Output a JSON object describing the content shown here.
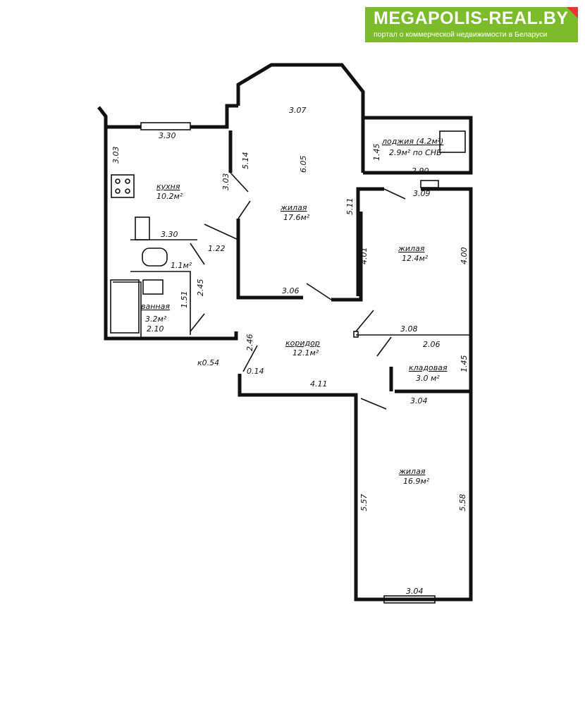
{
  "logo": {
    "title": "MEGAPOLIS-REAL.BY",
    "subtitle": "портал о коммерческой недвижимости в Беларуси",
    "color": "#7cbc2a"
  },
  "rooms": {
    "kitchen": {
      "name": "кухня",
      "area": "10.2м²"
    },
    "living1": {
      "name": "жилая",
      "area": "17.6м²"
    },
    "living2": {
      "name": "жилая",
      "area": "12.4м²"
    },
    "living3": {
      "name": "жилая",
      "area": "16.9м²"
    },
    "loggia": {
      "name": "лоджия (4.2м²)",
      "area": "2.9м² по СНБ"
    },
    "bath": {
      "name": "ванная",
      "area": "3.2м²"
    },
    "wc": {
      "area": "1.1м²"
    },
    "corridor": {
      "name": "коридор",
      "area": "12.1м²"
    },
    "storage": {
      "name": "кладовая",
      "area": "3.0 м²"
    }
  },
  "dims": {
    "k_top": "3.30",
    "k_left": "3.03",
    "k_right": "3.03",
    "k_mid": "3.30",
    "d122": "1.22",
    "d245": "2.45",
    "d151": "1.51",
    "d210": "2.10",
    "b_top": "3.07",
    "b_h": "6.05",
    "b_514": "5.14",
    "b_511": "5.11",
    "b_bot": "3.06",
    "l_145": "1.45",
    "l_290": "2.90",
    "r2_top": "3.09",
    "r2_left": "4.01",
    "r2_right": "4.00",
    "r2_bot": "3.08",
    "s_206": "2.06",
    "s_145": "1.45",
    "s_bot": "3.04",
    "c_246": "2.46",
    "c_054": "к0.54",
    "c_014": "0.14",
    "c_411": "4.11",
    "r3_left": "5.57",
    "r3_right": "5.58",
    "r3_bot": "3.04"
  }
}
